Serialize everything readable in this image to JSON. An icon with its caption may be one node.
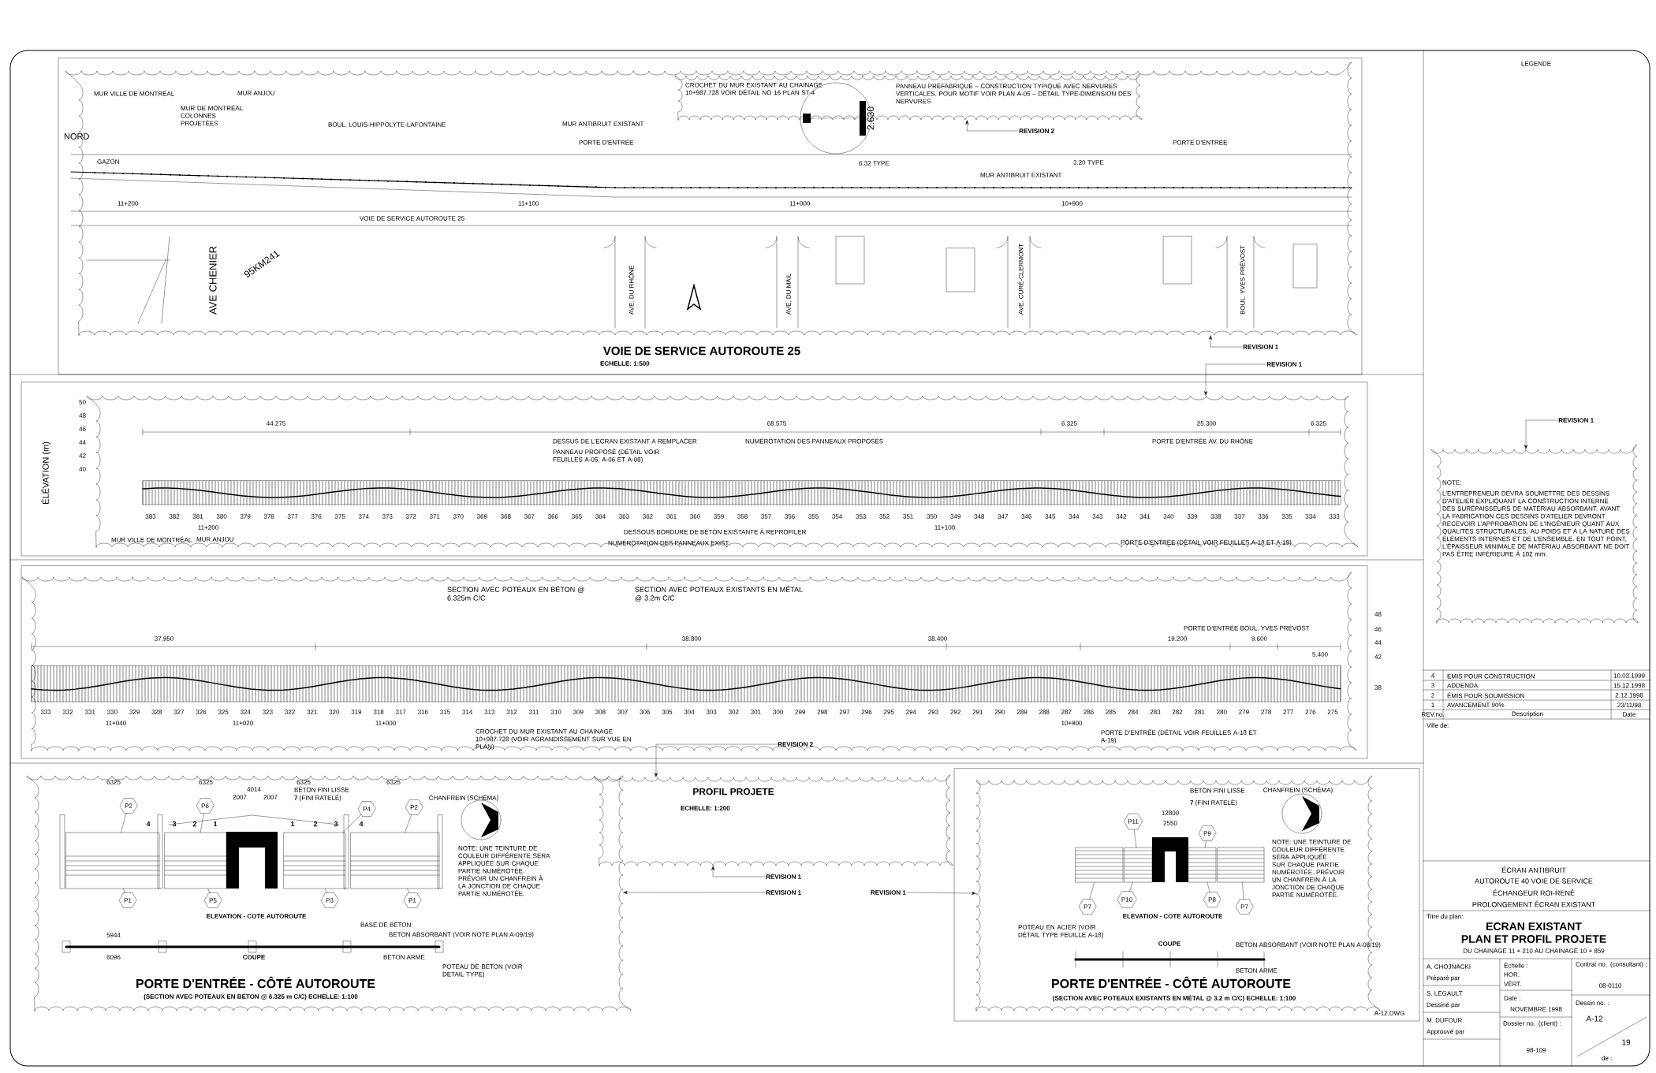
{
  "diagram": {
    "nodes": [
      {
        "text": [],
        "shape": "cloud"
      },
      {
        "text": [],
        "shape": "cloud",
        "in": 0
      },
      {
        "text": [
          "REVISION 2"
        ],
        "in": 0
      },
      {
        "text": [
          "REVISION 1"
        ]
      },
      {
        "text": [
          "REVISION 1"
        ]
      },
      {
        "text": [],
        "shape": "cloud"
      },
      {
        "text": [
          "REVISION 1"
        ]
      },
      {
        "text": [],
        "shape": "cloud"
      },
      {
        "text": [],
        "shape": "cloud"
      },
      {
        "text": [
          "REVISION 2"
        ],
        "in": 8
      },
      {
        "text": [],
        "shape": "cloud"
      },
      {
        "text": [
          "P2"
        ],
        "in": 10
      },
      {
        "text": [
          "P6"
        ],
        "in": 10
      },
      {
        "text": [
          "P4"
        ],
        "in": 10
      },
      {
        "text": [
          "P2"
        ],
        "in": 10
      },
      {
        "text": [
          "P1"
        ],
        "in": 10
      },
      {
        "text": [
          "P5"
        ],
        "in": 10
      },
      {
        "text": [
          "P3"
        ],
        "in": 10
      },
      {
        "text": [
          "P1"
        ],
        "in": 10
      },
      {
        "text": [],
        "shape": "cloud"
      },
      {
        "text": [
          "REVISION 1"
        ]
      },
      {
        "text": [
          "REVISION 1"
        ]
      },
      {
        "text": [
          "REVISION 1"
        ]
      },
      {
        "text": [],
        "shape": "cloud"
      },
      {
        "text": [
          "P11"
        ],
        "in": 23
      },
      {
        "text": [
          "P9"
        ],
        "in": 23
      },
      {
        "text": [
          "P10"
        ],
        "in": 23
      },
      {
        "text": [
          "P8"
        ],
        "in": 23
      },
      {
        "text": [
          "P7"
        ],
        "in": 23
      },
      {
        "text": [
          "P7"
        ],
        "in": 23
      },
      {
        "text": [],
        "shape": "box",
        "in": 10
      },
      {
        "text": [],
        "shape": "box",
        "in": 10
      },
      {
        "text": [],
        "shape": "box",
        "in": 10
      },
      {
        "text": [],
        "shape": "box",
        "in": 10
      },
      {
        "text": [],
        "shape": "box",
        "in": 23
      },
      {
        "text": [],
        "shape": "box",
        "in": 23
      },
      {
        "text": [],
        "shape": "box",
        "in": 23
      },
      {
        "text": [],
        "shape": "box",
        "in": 23
      }
    ],
    "edges": [
      {
        "from": 2,
        "to": 1,
        "arrow": "to"
      },
      {
        "from": 3,
        "to": 0,
        "arrow": "to"
      },
      {
        "from": 4,
        "to": 7,
        "arrow": "to"
      },
      {
        "from": 6,
        "to": 5,
        "arrow": "to"
      },
      {
        "from": 9,
        "to": 19,
        "arrow": "to"
      },
      {
        "from": 20,
        "to": 19,
        "arrow": "to"
      },
      {
        "from": 21,
        "to": 10,
        "arrow": "to"
      },
      {
        "from": 22,
        "to": 23,
        "arrow": "to"
      },
      {
        "from": 11,
        "to": 30,
        "arrow": "none"
      },
      {
        "from": 12,
        "to": 31,
        "arrow": "none"
      },
      {
        "from": 13,
        "to": 32,
        "arrow": "none"
      },
      {
        "from": 14,
        "to": 33,
        "arrow": "none"
      },
      {
        "from": 15,
        "to": 30,
        "arrow": "none"
      },
      {
        "from": 16,
        "to": 31,
        "arrow": "none"
      },
      {
        "from": 17,
        "to": 32,
        "arrow": "none"
      },
      {
        "from": 18,
        "to": 33,
        "arrow": "none"
      },
      {
        "from": 24,
        "to": 35,
        "arrow": "none"
      },
      {
        "from": 25,
        "to": 36,
        "arrow": "none"
      },
      {
        "from": 26,
        "to": 35,
        "arrow": "none"
      },
      {
        "from": 27,
        "to": 36,
        "arrow": "none"
      },
      {
        "from": 28,
        "to": 34,
        "arrow": "none"
      },
      {
        "from": 29,
        "to": 37,
        "arrow": "none"
      }
    ],
    "labels": [
      "LÉGENDE",
      "MUR VILLE DE MONTRÉAL",
      "MUR ANJOU",
      "NORD",
      "BOUL. LOUIS-HIPPOLYTE-LAFONTAINE",
      "MUR DE MONTRÉAL COLONNES PROJETÉES",
      "GAZON",
      "MUR ANTIBRUIT EXISTANT",
      "PORTE D'ENTRÉE",
      "CROCHET DU MUR EXISTANT AU CHAINAGE 10+987.728 VOIR DÉTAIL NO 16 PLAN ST-4",
      "PANNEAU PRÉFABRIQUÉ – CONSTRUCTION TYPIQUE AVEC NERVURES VERTICALES. POUR MOTIF VOIR PLAN A-05 – DÉTAIL TYPE-DIMENSION DES NERVURES",
      "2.630",
      "6.32 TYPE",
      "MUR ANTIBRUIT EXISTANT",
      "3.20 TYPE",
      "PORTE D'ENTRÉE",
      "11+200",
      "VOIE DE SERVICE AUTOROUTE 25",
      "11+100",
      "11+000",
      "10+900",
      "AVE CHENIER",
      "95KM241",
      "AVE. DU RHÔNE",
      "AVE. DU MAIL",
      "AVE. CURÉ-CLERMONT",
      "BOUL. YVES PRÉVOST",
      "VOIE DE SERVICE AUTOROUTE 25",
      "ECHELLE: 1:500",
      "ÉLÉVATION (m)",
      "50",
      "48",
      "46",
      "44",
      "42",
      "40",
      "44.275",
      "68.575",
      "6.325",
      "25.300",
      "6.325",
      "DESSUS DE L'ÉCRAN EXISTANT À REMPLACER",
      "PANNEAU PROPOSÉ (DÉTAIL VOIR FEUILLES A-05, A-06 ET A-08)",
      "NUMÉROTATION DES PANNEAUX PROPOSÉS",
      "PORTE D'ENTRÉE AV. DU RHÔNE",
      "383",
      "382",
      "381",
      "380",
      "379",
      "378",
      "377",
      "376",
      "375",
      "374",
      "373",
      "372",
      "371",
      "370",
      "369",
      "368",
      "367",
      "366",
      "365",
      "364",
      "363",
      "362",
      "361",
      "360",
      "359",
      "358",
      "357",
      "356",
      "355",
      "354",
      "353",
      "352",
      "351",
      "350",
      "349",
      "348",
      "347",
      "346",
      "345",
      "344",
      "343",
      "342",
      "341",
      "340",
      "339",
      "338",
      "337",
      "336",
      "335",
      "334",
      "333",
      "11+200",
      "11+100",
      "MUR VILLE DE MONTRÉAL",
      "MUR ANJOU",
      "DESSOUS BORDURE DE BÉTON EXISTANTE À REPROFILER",
      "NUMÉROTATION DES PANNEAUX EXIST.",
      "PORTE D'ENTRÉE (DÉTAIL VOIR FEUILLES A-18 ET A-19)",
      "SECTION AVEC POTEAUX EN BÉTON @ 6.325m C/C",
      "SECTION AVEC POTEAUX EXISTANTS EN MÉTAL @ 3.2m C/C",
      "PORTE D'ENTRÉE BOUL. YVES PRÉVOST",
      "37.950",
      "38.800",
      "38.400",
      "19.200",
      "9.600",
      "5.400",
      "48",
      "46",
      "44",
      "42",
      "38",
      "333",
      "332",
      "331",
      "330",
      "329",
      "328",
      "327",
      "326",
      "325",
      "324",
      "323",
      "322",
      "321",
      "320",
      "319",
      "318",
      "317",
      "316",
      "315",
      "314",
      "313",
      "312",
      "311",
      "310",
      "309",
      "308",
      "307",
      "306",
      "305",
      "304",
      "303",
      "302",
      "301",
      "300",
      "299",
      "298",
      "297",
      "296",
      "295",
      "294",
      "293",
      "292",
      "291",
      "290",
      "289",
      "288",
      "287",
      "286",
      "285",
      "284",
      "283",
      "282",
      "281",
      "280",
      "279",
      "278",
      "277",
      "276",
      "275",
      "11+040",
      "11+020",
      "11+000",
      "10+900",
      "CROCHET DU MUR EXISTANT AU CHAINAGE 10+987.728 (VOIR AGRANDISSEMENT SUR VUE EN PLAN)",
      "PORTE D'ENTRÉE (DÉTAIL VOIR FEUILLES A-18 ET A-19)",
      "PROFIL PROJETE",
      "ECHELLE: 1:200",
      "6325",
      "6325",
      "6325",
      "6325",
      "4014",
      "BÉTON FINI LISSE",
      "2007",
      "2007",
      "**7** (FINI RATELÉ)",
      "CHANFREIN (SCHÉMA)",
      "4",
      "3",
      "2",
      "1",
      "1",
      "2",
      "3",
      "4",
      "NOTE: UNE TEINTURE DE COULEUR DIFFÉRENTE SERA APPLIQUÉE SUR CHAQUE PARTIE NUMÉROTÉE. PRÉVOIR UN CHANFREIN À LA JONCTION DE CHAQUE PARTIE NUMÉROTÉE.",
      "ELEVATION - COTE AUTOROUTE",
      "BASE DE BETON",
      "5944",
      "BETON ABSORBANT (VOIR NOTE PLAN A-09/19)",
      "6096",
      "COUPE",
      "BETON ARME",
      "POTEAU DE BETON (VOIR DETAIL TYPE)",
      "PORTE D'ENTRÉE - CÔTÉ AUTOROUTE",
      "(SECTION AVEC POTEAUX EN BÉTON @ 6.325 m C/C)   ECHELLE: 1:100",
      "BÉTON FINI LISSE",
      "CHANFREIN (SCHÉMA)",
      "**7** (FINI RATELÉ)",
      "12800",
      "2550",
      "NOTE: UNE TEINTURE DE COULEUR DIFFÉRENTE SERA APPLIQUÉE SUR CHAQUE PARTIE NUMÉROTÉE. PRÉVOIR UN CHANFREIN À LA JONCTION DE CHAQUE PARTIE NUMÉROTÉE.",
      "ELEVATION - COTE AUTOROUTE",
      "POTEAU EN ACIER (VOIR DÉTAIL TYPE FEUILLE A-18)",
      "COUPE",
      "BETON ABSORBANT (VOIR NOTE PLAN A-08/19)",
      "BETON ARME",
      "PORTE D'ENTRÉE - CÔTÉ AUTOROUTE",
      "(SECTION AVEC POTEAUX EXISTANTS EN MÉTAL @ 3.2 m C/C)   ECHELLE: 1:100",
      "A-12.DWG",
      "NOTE:",
      "L'ENTREPRENEUR DEVRA SOUMETTRE DES DESSINS D'ATELIER EXPLIQUANT LA CONSTRUCTION INTERNE DES SURÉPAISSEURS DE MATÉRIAU ABSORBANT. AVANT LA FABRICATION CES DESSINS D'ATELIER DEVRONT RECEVOIR L'APPROBATION DE L'INGÉNIEUR QUANT AUX QUALITÉS STRUCTURALES, AU POIDS ET À LA NATURE DES ÉLÉMENTS INTERNES ET DE L'ENSEMBLE. EN TOUT POINT, L'ÉPAISSEUR MINIMALE DE MATÉRIAU ABSORBANT NE DOIT PAS ÊTRE INFÉRIEURE À 102 mm.",
      "4",
      "ÉMIS POUR CONSTRUCTION",
      "10.03.1999",
      "3",
      "ADDENDA",
      "15.12.1998",
      "2",
      "ÉMIS POUR SOUMISSION",
      "2.12.1998",
      "1",
      "AVANCEMENT 90%",
      "23/11/98",
      "REV.no.",
      "Description",
      "Date",
      "Ville de:",
      "ÉCRAN ANTIBRUIT",
      "AUTOROUTE 40 VOIE DE SERVICE",
      "ÉCHANGEUR ROI-RENÉ",
      "PROLONGEMENT ÉCRAN EXISTANT",
      "Titre du plan:",
      "ECRAN EXISTANT",
      "PLAN ET PROFIL PROJETE",
      "DU CHAINAGE 11 + 210 AU CHAINAGE 10 + 859",
      "A. CHOJNACKI",
      "Préparé par",
      "S. LEGAULT",
      "Dessiné par",
      "M. DUFOUR",
      "Approuvé par",
      "Échelle :",
      "HOR.",
      "VERT.",
      "Date :",
      "NOVEMBRE 1998",
      "Dossier no. (client) :",
      "98-109",
      "Contrat no. (consultant) :",
      "08-0110",
      "Dessin no. :",
      "A-12",
      "19",
      "de :"
    ]
  }
}
